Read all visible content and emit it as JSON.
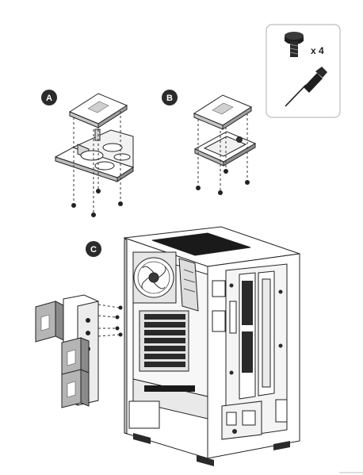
{
  "steps": {
    "a": {
      "label": "A"
    },
    "b": {
      "label": "B"
    },
    "c": {
      "label": "C"
    }
  },
  "hardware_box": {
    "screw_quantity": "x 4",
    "icons": [
      "screw-icon",
      "screwdriver-icon"
    ]
  },
  "colors": {
    "badge": "#2b2b2b",
    "line": "#222222",
    "panel_gray": "#9a9a9a",
    "drive_gray": "#b5b5b5",
    "mesh": "#1a1a1a"
  }
}
